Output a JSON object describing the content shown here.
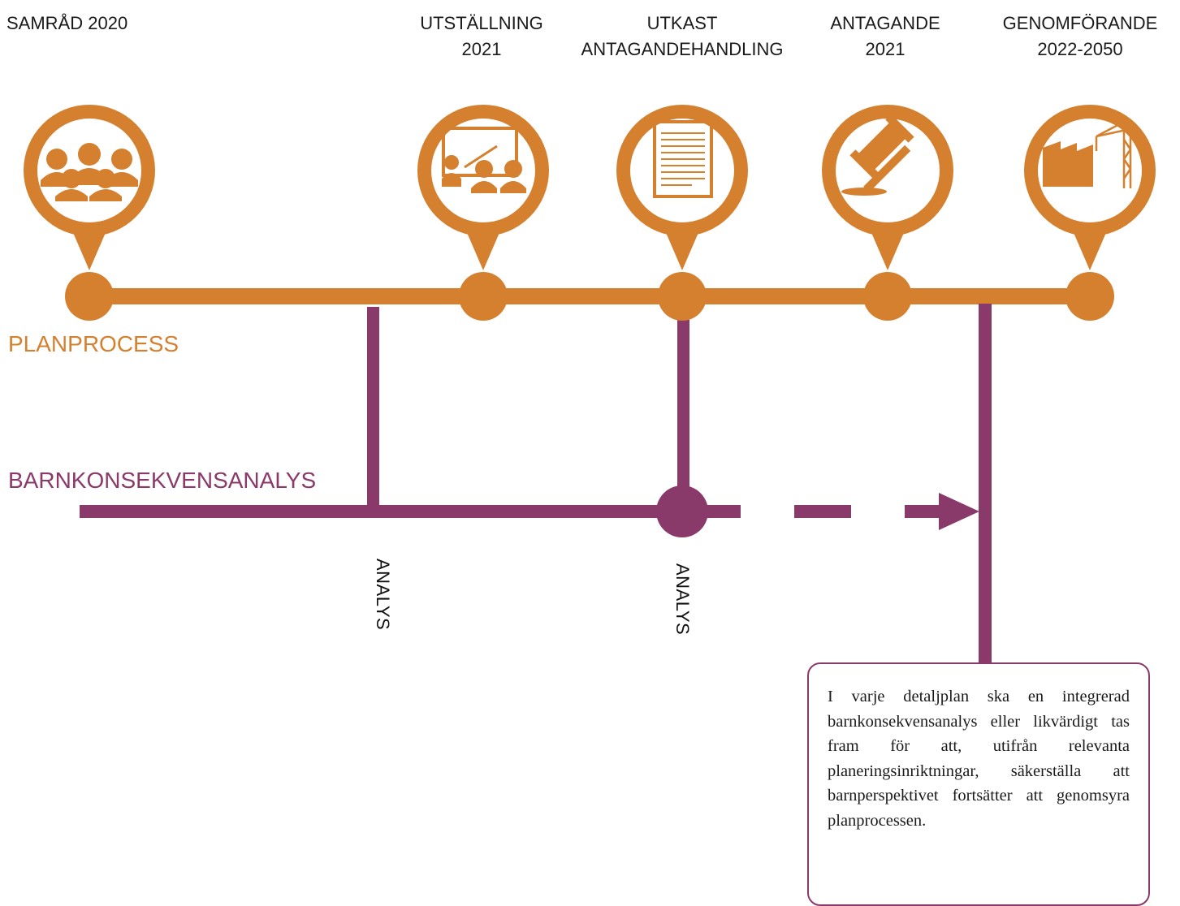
{
  "colors": {
    "process": "#d4802e",
    "analysis": "#8a3a6a",
    "text": "#1a1a1a"
  },
  "stages": [
    {
      "id": "samrad",
      "lines": [
        "SAMRÅD 2020"
      ],
      "icon": "people-group-icon"
    },
    {
      "id": "utstallning",
      "lines": [
        "UTSTÄLLNING",
        "2021"
      ],
      "icon": "presentation-board-icon"
    },
    {
      "id": "utkast",
      "lines": [
        "UTKAST",
        "ANTAGANDEHANDLING"
      ],
      "icon": "document-icon"
    },
    {
      "id": "antagande",
      "lines": [
        "ANTAGANDE",
        "2021"
      ],
      "icon": "gavel-icon"
    },
    {
      "id": "genomforande",
      "lines": [
        "GENOMFÖRANDE",
        "2022-2050"
      ],
      "icon": "factory-crane-icon"
    }
  ],
  "tracks": {
    "planprocess": "PLANPROCESS",
    "barnkonsekvensanalys": "BARNKONSEKVENSANALYS"
  },
  "analys_labels": [
    "ANALYS",
    "ANALYS"
  ],
  "note": "I varje detaljplan ska en integrerad barnkonsekvensanalys eller likvärdigt tas fram för att, utifrån relevanta planeringsinriktningar, säkerställa att barnperspektivet fortsätter att genomsyra planprocessen."
}
